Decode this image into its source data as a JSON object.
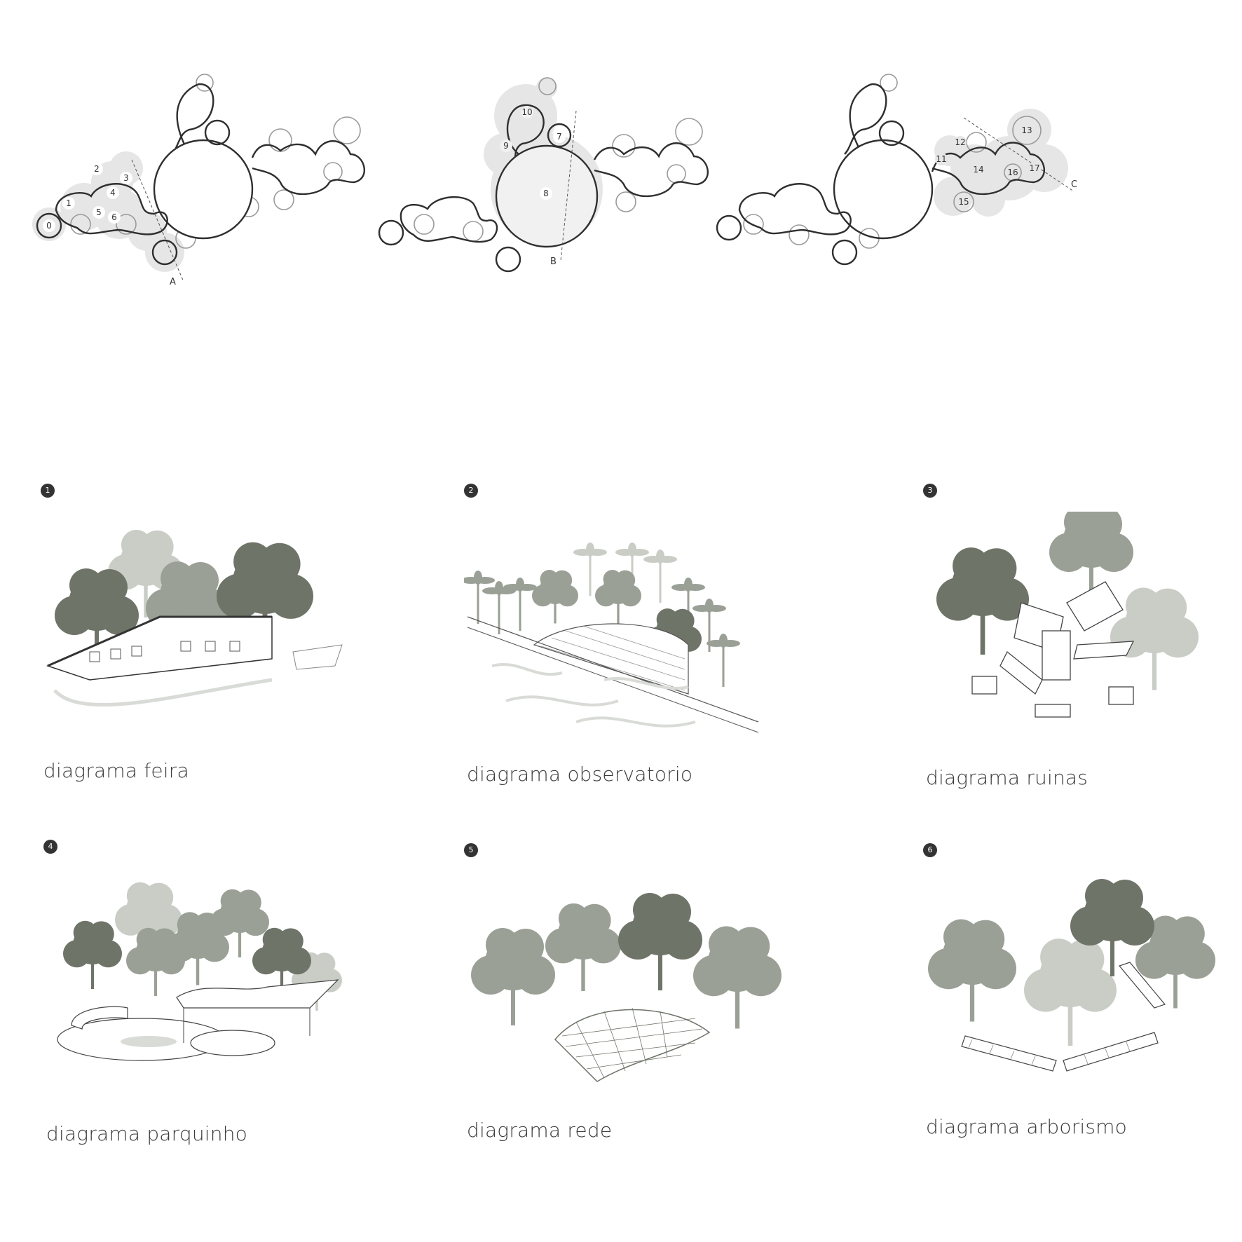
{
  "plans": [
    {
      "numbers": [
        "0",
        "1",
        "2",
        "3",
        "4",
        "5",
        "6"
      ],
      "section_label": "A"
    },
    {
      "numbers": [
        "10",
        "9",
        "7",
        "8"
      ],
      "section_label": "B"
    },
    {
      "numbers": [
        "13",
        "12",
        "11",
        "14",
        "16",
        "17",
        "15"
      ],
      "section_label": "C"
    }
  ],
  "panels": [
    {
      "badge": "1",
      "caption": "diagrama feira"
    },
    {
      "badge": "2",
      "caption": "diagrama observatorio"
    },
    {
      "badge": "3",
      "caption": "diagrama ruinas"
    },
    {
      "badge": "4",
      "caption": "diagrama parquinho"
    },
    {
      "badge": "5",
      "caption": "diagrama rede"
    },
    {
      "badge": "6",
      "caption": "diagrama arborismo"
    }
  ],
  "colors": {
    "line": "#2f2f2f",
    "highlight": "#e6e6e6",
    "tree_dark": "#6e7468",
    "tree_mid": "#9aa096",
    "tree_light": "#c9cdc6"
  }
}
